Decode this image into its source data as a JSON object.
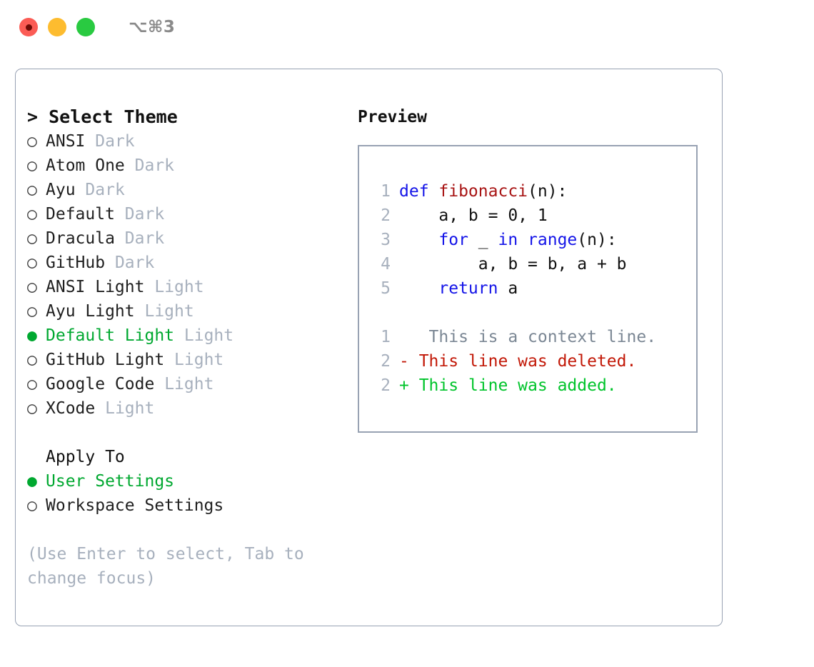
{
  "titlebar": {
    "lights": [
      {
        "name": "close",
        "color": "#fb5c55",
        "recording": true
      },
      {
        "name": "minimize",
        "color": "#fdbc2f",
        "recording": false
      },
      {
        "name": "maximize",
        "color": "#29ca41",
        "recording": false
      }
    ],
    "shortcut": "⌥⌘3"
  },
  "theme_panel": {
    "title": "> Select Theme",
    "caret": ">",
    "title_text": "Select Theme",
    "options": [
      {
        "marker": "○",
        "label": "ANSI",
        "suffix": "Dark",
        "selected": false
      },
      {
        "marker": "○",
        "label": "Atom One",
        "suffix": "Dark",
        "selected": false
      },
      {
        "marker": "○",
        "label": "Ayu",
        "suffix": "Dark",
        "selected": false
      },
      {
        "marker": "○",
        "label": "Default",
        "suffix": "Dark",
        "selected": false
      },
      {
        "marker": "○",
        "label": "Dracula",
        "suffix": "Dark",
        "selected": false
      },
      {
        "marker": "○",
        "label": "GitHub",
        "suffix": "Dark",
        "selected": false
      },
      {
        "marker": "○",
        "label": "ANSI Light",
        "suffix": "Light",
        "selected": false
      },
      {
        "marker": "○",
        "label": "Ayu Light",
        "suffix": "Light",
        "selected": false
      },
      {
        "marker": "●",
        "label": "Default Light",
        "suffix": "Light",
        "selected": true
      },
      {
        "marker": "○",
        "label": "GitHub Light",
        "suffix": "Light",
        "selected": false
      },
      {
        "marker": "○",
        "label": "Google Code",
        "suffix": "Light",
        "selected": false
      },
      {
        "marker": "○",
        "label": "XCode",
        "suffix": "Light",
        "selected": false
      }
    ]
  },
  "apply_to": {
    "title": "Apply To",
    "options": [
      {
        "marker": "●",
        "label": "User Settings",
        "selected": true
      },
      {
        "marker": "○",
        "label": "Workspace Settings",
        "selected": false
      }
    ]
  },
  "hint": "(Use Enter to select, Tab to change focus)",
  "preview": {
    "title": "Preview",
    "code_lines": [
      {
        "no": "1",
        "tokens": [
          {
            "t": "def ",
            "k": "kw"
          },
          {
            "t": "fibonacci",
            "k": "fn"
          },
          {
            "t": "(n):",
            "k": "plain"
          }
        ]
      },
      {
        "no": "2",
        "tokens": [
          {
            "t": "    a, b = 0, 1",
            "k": "plain"
          }
        ]
      },
      {
        "no": "3",
        "tokens": [
          {
            "t": "    ",
            "k": "plain"
          },
          {
            "t": "for",
            "k": "kw"
          },
          {
            "t": " _ ",
            "k": "plain"
          },
          {
            "t": "in",
            "k": "kw"
          },
          {
            "t": " ",
            "k": "plain"
          },
          {
            "t": "range",
            "k": "kw"
          },
          {
            "t": "(n):",
            "k": "plain"
          }
        ]
      },
      {
        "no": "4",
        "tokens": [
          {
            "t": "        a, b = b, a + b",
            "k": "plain"
          }
        ]
      },
      {
        "no": "5",
        "tokens": [
          {
            "t": "    ",
            "k": "plain"
          },
          {
            "t": "return",
            "k": "kw"
          },
          {
            "t": " a",
            "k": "plain"
          }
        ]
      }
    ],
    "diff_lines": [
      {
        "no": "1",
        "sign": " ",
        "text": "  This is a context line.",
        "kind": "context"
      },
      {
        "no": "2",
        "sign": "-",
        "text": " This line was deleted.",
        "kind": "deleted"
      },
      {
        "no": "2",
        "sign": "+",
        "text": " This line was added.",
        "kind": "added"
      }
    ]
  },
  "colors": {
    "accent_green": "#00a830",
    "muted": "#a7b0bd",
    "border": "#98a2b3",
    "keyword_blue": "#1414e8",
    "function_red": "#a81414",
    "diff_deleted": "#c21807",
    "diff_added": "#00c42b",
    "diff_context": "#7b8794"
  }
}
